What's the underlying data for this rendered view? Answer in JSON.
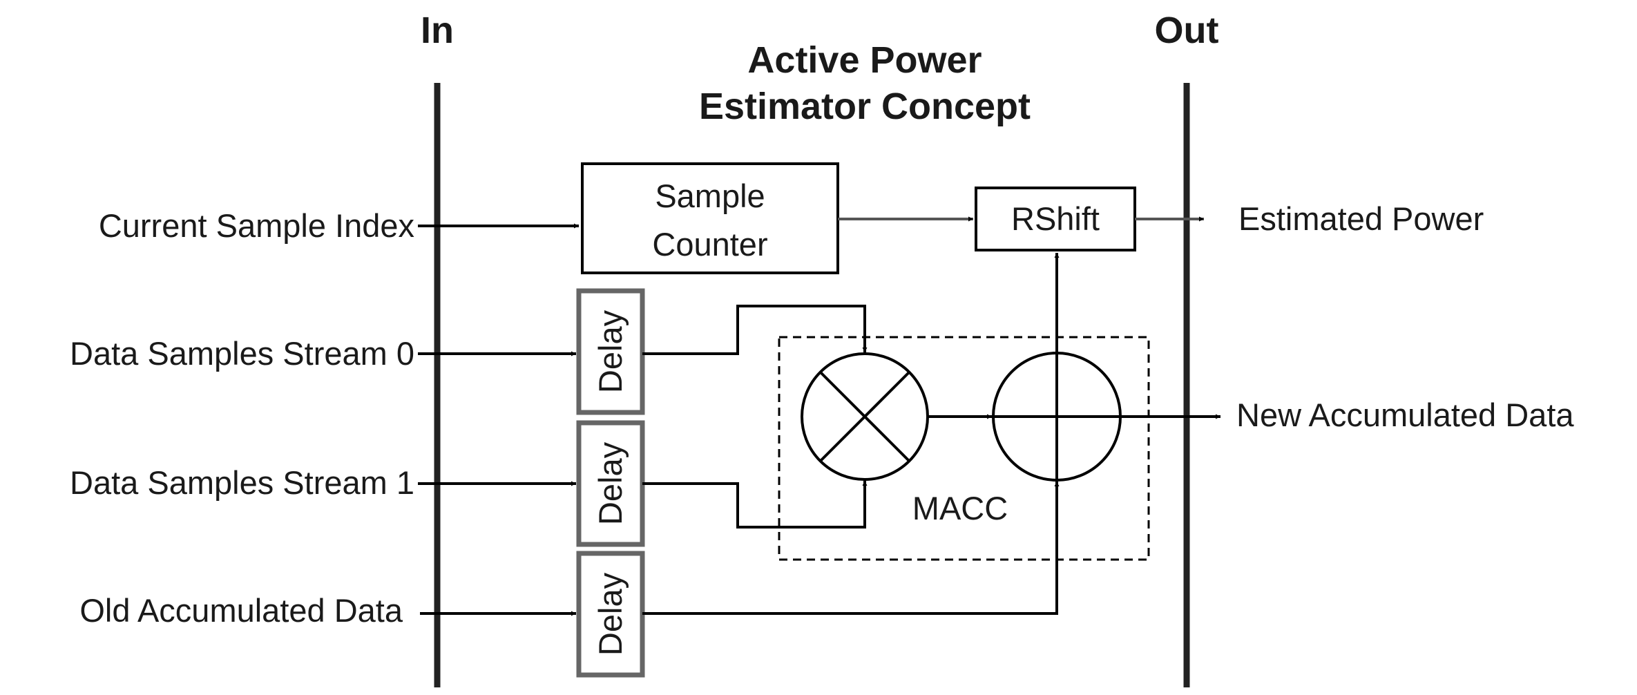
{
  "header": {
    "in_label": "In",
    "out_label": "Out"
  },
  "title": {
    "line1": "Active Power",
    "line2": "Estimator Concept"
  },
  "inputs": [
    "Current Sample Index",
    "Data Samples Stream 0",
    "Data Samples Stream 1",
    "Old Accumulated Data"
  ],
  "blocks": {
    "counter_line1": "Sample",
    "counter_line2": "Counter",
    "rshift": "RShift",
    "delay": "Delay",
    "macc": "MACC"
  },
  "outputs": [
    "Estimated Power",
    "New Accumulated Data"
  ]
}
